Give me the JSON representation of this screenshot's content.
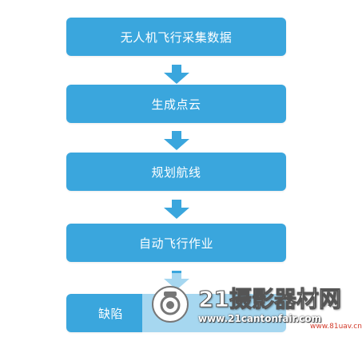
{
  "flow": {
    "steps": [
      {
        "label": "无人机飞行采集数据"
      },
      {
        "label": "生成点云"
      },
      {
        "label": "规划航线"
      },
      {
        "label": "自动飞行作业"
      },
      {
        "label": "缺陷"
      }
    ],
    "box_color": "#3aa6dd",
    "arrow_color": "#3aa6dd"
  },
  "watermark": {
    "title": "21摄影器材网",
    "url": "www.21cantonfair.com",
    "url2": "www.81uav.cn"
  }
}
